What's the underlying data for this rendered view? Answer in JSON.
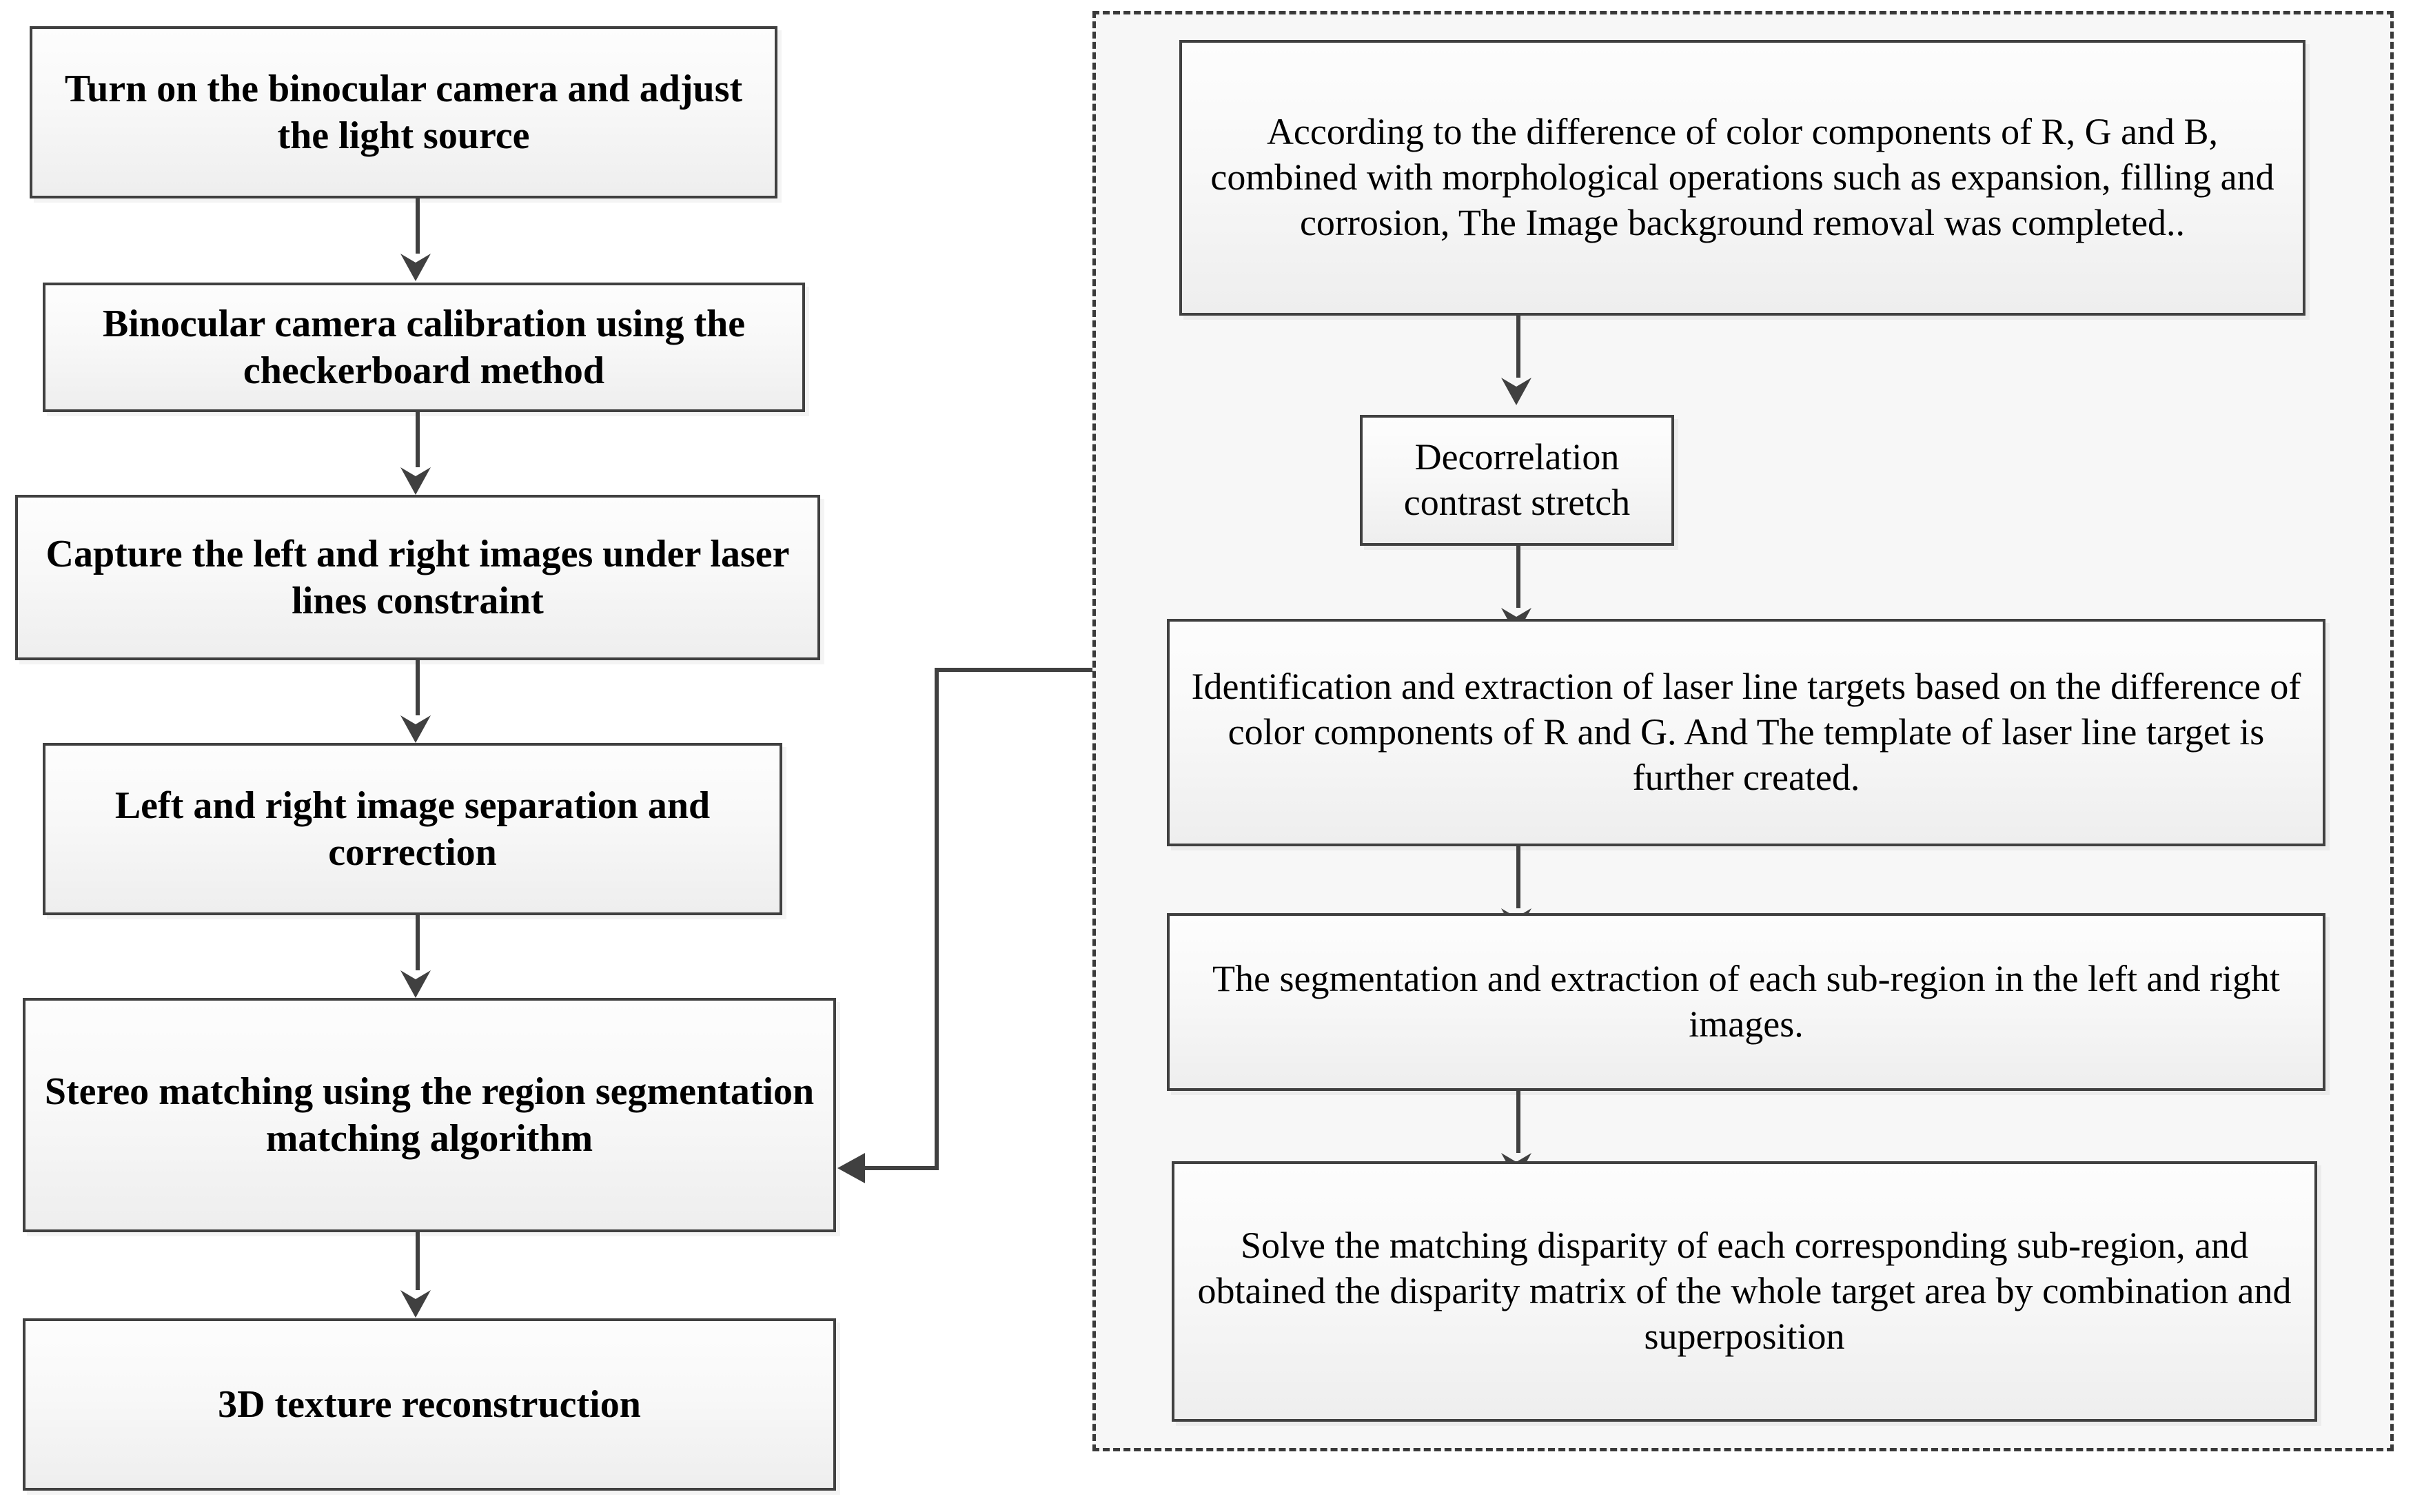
{
  "diagram": {
    "title": "Binocular stereo vision 3D texture reconstruction flowchart",
    "colors": {
      "box_border": "#404040",
      "box_fill_top": "#fdfdfd",
      "box_fill_bottom": "#eeeeee",
      "connector": "#404040",
      "group_border": "#3a3a3a",
      "group_fill": "#f7f7f7",
      "text": "#000000",
      "page_background": "#ffffff"
    },
    "main_flow": {
      "name": "main-pipeline",
      "steps": [
        {
          "id": "step-1",
          "label": "Turn on the binocular camera and adjust the light source"
        },
        {
          "id": "step-2",
          "label": "Binocular camera calibration using the checkerboard method"
        },
        {
          "id": "step-3",
          "label": "Capture the left and right images under laser lines constraint"
        },
        {
          "id": "step-4",
          "label": "Left and right image separation and correction"
        },
        {
          "id": "step-5",
          "label": "Stereo matching using the region segmentation matching algorithm"
        },
        {
          "id": "step-6",
          "label": "3D texture reconstruction"
        }
      ]
    },
    "detail_group": {
      "name": "region-segmentation-detail",
      "steps": [
        {
          "id": "detail-1",
          "label": "According to the difference of color components of R, G and B, combined with morphological operations such as expansion, filling and corrosion, The Image background removal was completed.."
        },
        {
          "id": "detail-2",
          "label": "Decorrelation contrast stretch"
        },
        {
          "id": "detail-3",
          "label": "Identification and extraction of laser line targets based on the difference of color components of R and G. And The template of laser line target is further created."
        },
        {
          "id": "detail-4",
          "label": "The segmentation and extraction of each sub-region in the left and right images."
        },
        {
          "id": "detail-5",
          "label": "Solve the matching disparity of each corresponding sub-region, and obtained the disparity matrix of the whole target area by combination and superposition"
        }
      ]
    },
    "connectors": [
      {
        "id": "conn-1-2",
        "from": "step-1",
        "to": "step-2",
        "type": "arrow-down"
      },
      {
        "id": "conn-2-3",
        "from": "step-2",
        "to": "step-3",
        "type": "arrow-down"
      },
      {
        "id": "conn-3-4",
        "from": "step-3",
        "to": "step-4",
        "type": "arrow-down"
      },
      {
        "id": "conn-4-5",
        "from": "step-4",
        "to": "step-5",
        "type": "arrow-down"
      },
      {
        "id": "conn-5-6",
        "from": "step-5",
        "to": "step-6",
        "type": "arrow-down"
      },
      {
        "id": "conn-d1-d2",
        "from": "detail-1",
        "to": "detail-2",
        "type": "arrow-down"
      },
      {
        "id": "conn-d2-d3",
        "from": "detail-2",
        "to": "detail-3",
        "type": "arrow-down"
      },
      {
        "id": "conn-d3-d4",
        "from": "detail-3",
        "to": "detail-4",
        "type": "arrow-down"
      },
      {
        "id": "conn-d4-d5",
        "from": "detail-4",
        "to": "detail-5",
        "type": "arrow-down"
      },
      {
        "id": "conn-group-step5",
        "from": "region-segmentation-detail",
        "to": "step-5",
        "type": "elbow-arrow-left"
      }
    ]
  }
}
